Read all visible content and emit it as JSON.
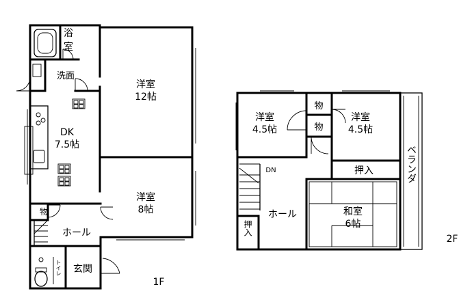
{
  "floor1": {
    "label": "1F",
    "rooms": {
      "bath": "浴室",
      "washroom": "洗面",
      "western_main": "洋室",
      "western_main_size": "12帖",
      "dk": "DK",
      "dk_size": "7.5帖",
      "western_second": "洋室",
      "western_second_size": "8帖",
      "storage": "物",
      "hall": "ホール",
      "toilet": "トイレ",
      "entrance": "玄関"
    }
  },
  "floor2": {
    "label": "2F",
    "rooms": {
      "western_left": "洋室",
      "western_left_size": "4.5帖",
      "storage_top": "物",
      "storage_bottom": "物",
      "western_right": "洋室",
      "western_right_size": "4.5帖",
      "veranda": "ベランダ",
      "dn": "DN",
      "closet_right": "押入",
      "hall": "ホール",
      "closet_left": "押入",
      "japanese": "和室",
      "japanese_size": "6帖"
    }
  }
}
